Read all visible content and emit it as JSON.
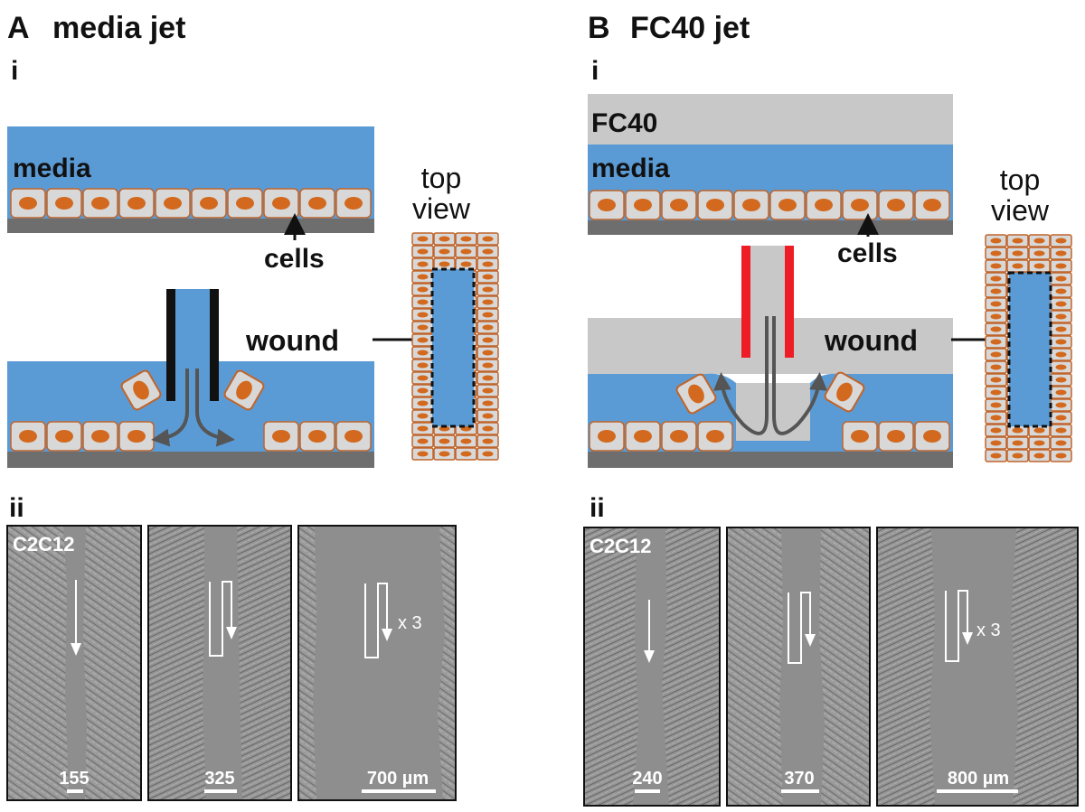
{
  "panels": [
    {
      "letter": "A",
      "title": "media jet",
      "sub_i": "i",
      "sub_ii": "ii",
      "labels": {
        "top_layer": "",
        "media": "media",
        "cells": "cells",
        "wound": "wound",
        "top_view_1": "top",
        "top_view_2": "view"
      },
      "micrographs": [
        {
          "cell_line": "C2C12",
          "scale": "155",
          "multiplier": ""
        },
        {
          "cell_line": "",
          "scale": "325",
          "multiplier": ""
        },
        {
          "cell_line": "",
          "scale": "700 µm",
          "multiplier": "x 3"
        }
      ]
    },
    {
      "letter": "B",
      "title": "FC40 jet",
      "sub_i": "i",
      "sub_ii": "ii",
      "labels": {
        "top_layer": "FC40",
        "media": "media",
        "cells": "cells",
        "wound": "wound",
        "top_view_1": "top",
        "top_view_2": "view"
      },
      "micrographs": [
        {
          "cell_line": "C2C12",
          "scale": "240",
          "multiplier": ""
        },
        {
          "cell_line": "",
          "scale": "370",
          "multiplier": ""
        },
        {
          "cell_line": "",
          "scale": "800 µm",
          "multiplier": "x 3"
        }
      ]
    }
  ],
  "colors": {
    "media": "#5b9bd5",
    "fc40": "#c8c8c8",
    "substrate": "#6e6e6e",
    "cell_body": "#d8d8d8",
    "cell_outline": "#c0642a",
    "nucleus": "#d2691e",
    "nozzle_media_jet": "#111111",
    "nozzle_fc40_jet": "#ee1c25",
    "micrograph_bg": "#8e8e8e"
  }
}
